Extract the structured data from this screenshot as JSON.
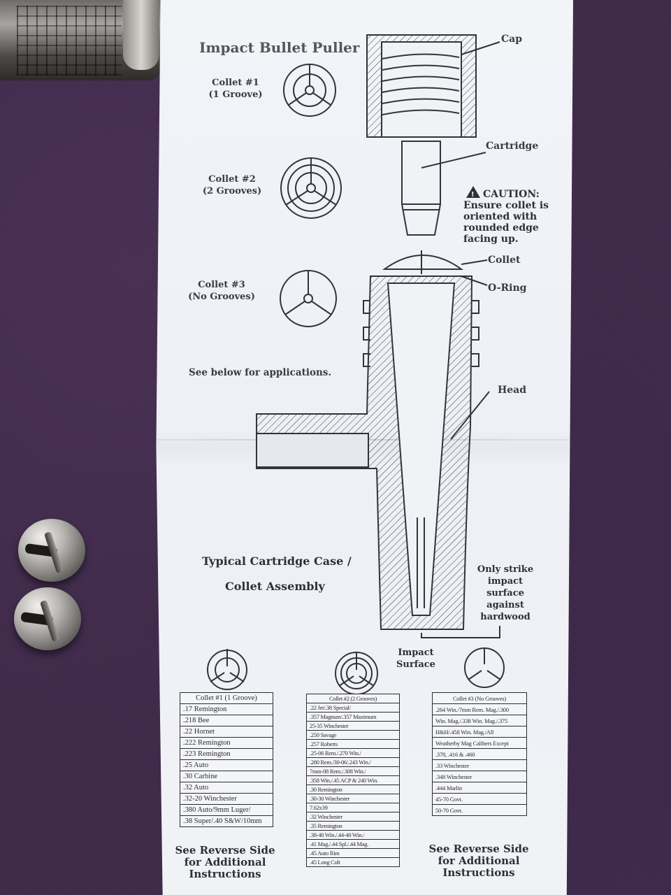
{
  "sheet": {
    "title": "Impact Bullet Puller",
    "collets": [
      {
        "name": "Collet #1",
        "grooves": "(1 Groove)"
      },
      {
        "name": "Collet #2",
        "grooves": "(2 Grooves)"
      },
      {
        "name": "Collet #3",
        "grooves": "(No Grooves)"
      }
    ],
    "see_below": "See below for applications.",
    "parts": {
      "cap": "Cap",
      "cartridge": "Cartridge",
      "collet": "Collet",
      "oring": "O-Ring",
      "head": "Head"
    },
    "caution": {
      "heading": "CAUTION:",
      "lines": [
        "Ensure collet is",
        "oriented with",
        "rounded edge",
        "facing up."
      ]
    },
    "assembly_title": [
      "Typical Cartridge Case /",
      "Collet Assembly"
    ],
    "strike_note": [
      "Only strike",
      "impact",
      "surface",
      "against",
      "hardwood"
    ],
    "impact_surface": [
      "Impact",
      "Surface"
    ],
    "reverse_note": [
      "See Reverse Side",
      "for Additional",
      "Instructions"
    ],
    "tables": [
      {
        "header": "Collet #1 (1 Groove)",
        "rows": [
          ".17 Remington",
          ".218 Bee",
          ".22 Hornet",
          ".222 Remington",
          ".223 Remington",
          ".25 Auto",
          ".30 Carbine",
          ".32 Auto",
          ".32-20 Winchester",
          ".380 Auto/9mm Luger/",
          ".38 Super/.40 S&W/10mm"
        ]
      },
      {
        "header": "Collet #2 (2 Grooves)",
        "rows": [
          ".22 Jet/.38 Special/",
          ".357 Magnum/.357 Maximum",
          "25-35 Winchester",
          ".250 Savage",
          ".257 Roberts",
          ".25-06 Rem./.270 Win./",
          ".280 Rem./30-06/.243 Win./",
          "7mm-08 Rem./.308 Win./",
          ".358 Win./.45 ACP & 240 Win.",
          ".30 Remington",
          ".30-30 Winchester",
          "7.62x39",
          ".32 Winchester",
          ".35 Remington",
          ".38-40 Win./.44-40 Win./",
          ".41 Mag./.44 Spl./.44 Mag.",
          ".45 Auto Rim",
          ".45 Long Colt"
        ]
      },
      {
        "header": "Collet #3 (No Grooves)",
        "rows": [
          ".264 Win./7mm Rem. Mag./.300",
          "Win. Mag./.338 Win. Mag./.375",
          "H&H/.458 Win. Mag./All",
          "Weatherby Mag Calibers Except",
          ".378, .416 & .460",
          ".33 Winchester",
          ".348 Winchester",
          ".444 Marlin",
          "45-70 Govt.",
          "50-70 Govt."
        ]
      }
    ]
  }
}
